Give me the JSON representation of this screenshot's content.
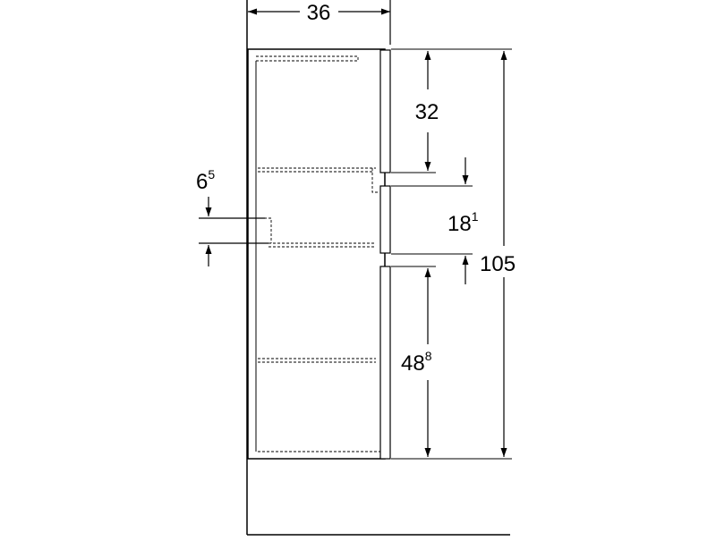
{
  "dimensions": {
    "width": {
      "value": "36",
      "sup": ""
    },
    "top_drawer": {
      "value": "32",
      "sup": ""
    },
    "middle_drawer": {
      "value": "18",
      "sup": "1"
    },
    "bottom_drawer": {
      "value": "48",
      "sup": "8"
    },
    "total_height": {
      "value": "105",
      "sup": ""
    },
    "side_offset": {
      "value": "6",
      "sup": "5"
    }
  }
}
